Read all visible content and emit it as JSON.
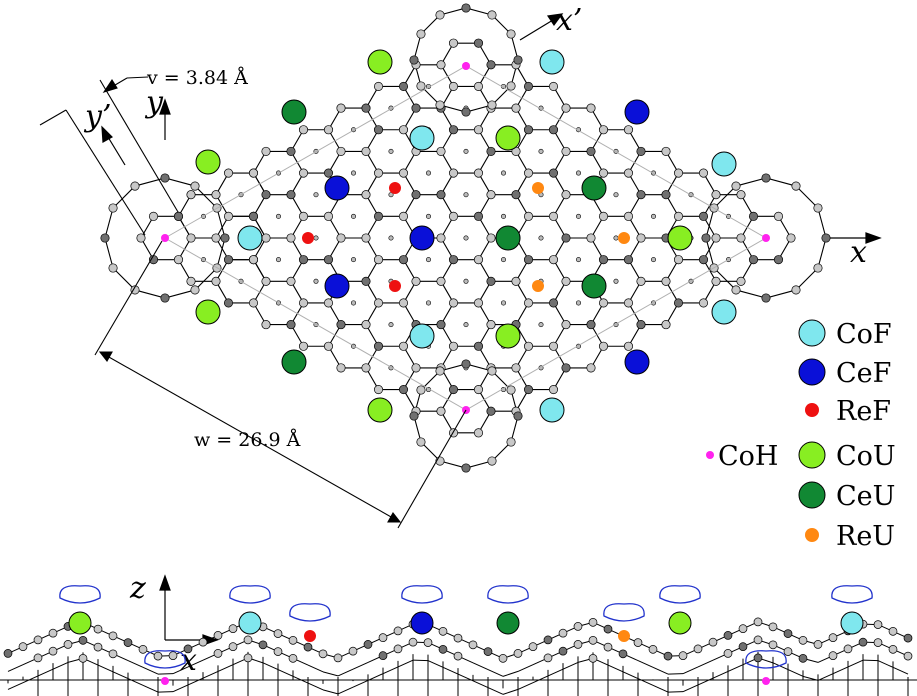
{
  "labels": {
    "v": "v = 3.84 Å",
    "w": "w = 26.9 Å",
    "x_prime": "x’",
    "y_prime": "y’",
    "y": "y",
    "x": "x",
    "z": "z",
    "x_bottom": "x"
  },
  "legend": [
    {
      "key": "CoF",
      "label": "CoF",
      "color": "#7fe7ee"
    },
    {
      "key": "CeF",
      "label": "CeF",
      "color": "#0a10d8"
    },
    {
      "key": "ReF",
      "label": "ReF",
      "color": "#ee1111"
    },
    {
      "key": "CoH",
      "label": "CoH",
      "color": "#ff22ee"
    },
    {
      "key": "CoU",
      "label": "CoU",
      "color": "#88ee22"
    },
    {
      "key": "CeU",
      "label": "CeU",
      "color": "#118833"
    },
    {
      "key": "ReU",
      "label": "ReU",
      "color": "#ff8811"
    }
  ],
  "colors": {
    "lattice_line": "#000000",
    "atom_light": "#c8c8c8",
    "atom_dark": "#707070",
    "cell_outline": "#aaaaaa",
    "lobe": "#2233cc"
  }
}
